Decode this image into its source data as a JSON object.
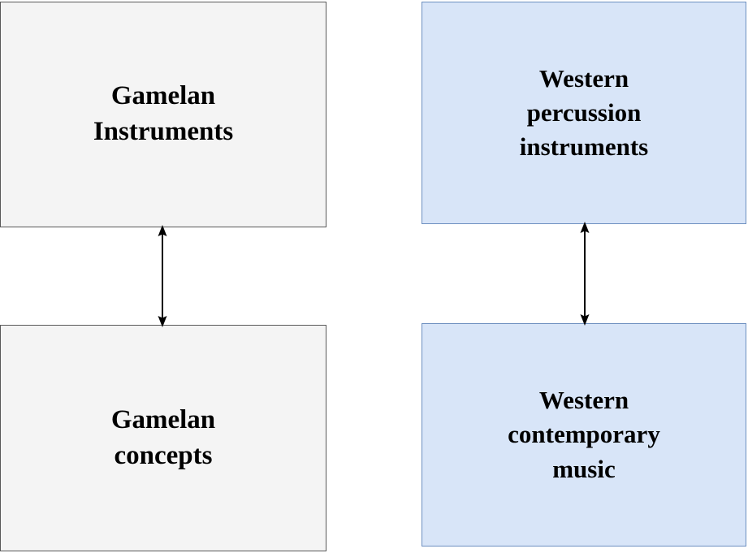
{
  "diagram": {
    "type": "relationship-diagram",
    "background_color": "#ffffff",
    "columns": [
      {
        "name": "gamelan",
        "fill_color": "#f4f4f4",
        "border_color": "#595959"
      },
      {
        "name": "western",
        "fill_color": "#d8e5f8",
        "border_color": "#6d8fc0"
      }
    ],
    "nodes": {
      "gamelan_instruments": {
        "label": "Gamelan\nInstruments",
        "fill_color": "#f4f4f4",
        "border_color": "#595959"
      },
      "gamelan_concepts": {
        "label": "Gamelan\nconcepts",
        "fill_color": "#f4f4f4",
        "border_color": "#595959"
      },
      "western_percussion": {
        "label": "Western\npercussion\ninstruments",
        "fill_color": "#d8e5f8",
        "border_color": "#6d8fc0"
      },
      "western_contemporary": {
        "label": "Western\ncontemporary\nmusic",
        "fill_color": "#d8e5f8",
        "border_color": "#6d8fc0"
      }
    },
    "connectors": [
      {
        "name": "gamelan-link",
        "from": "gamelan_instruments",
        "to": "gamelan_concepts",
        "style": "double-headed-arrow",
        "orientation": "vertical",
        "color": "#000000"
      },
      {
        "name": "western-link",
        "from": "western_percussion",
        "to": "western_contemporary",
        "style": "double-headed-arrow",
        "orientation": "vertical",
        "color": "#000000"
      }
    ]
  }
}
